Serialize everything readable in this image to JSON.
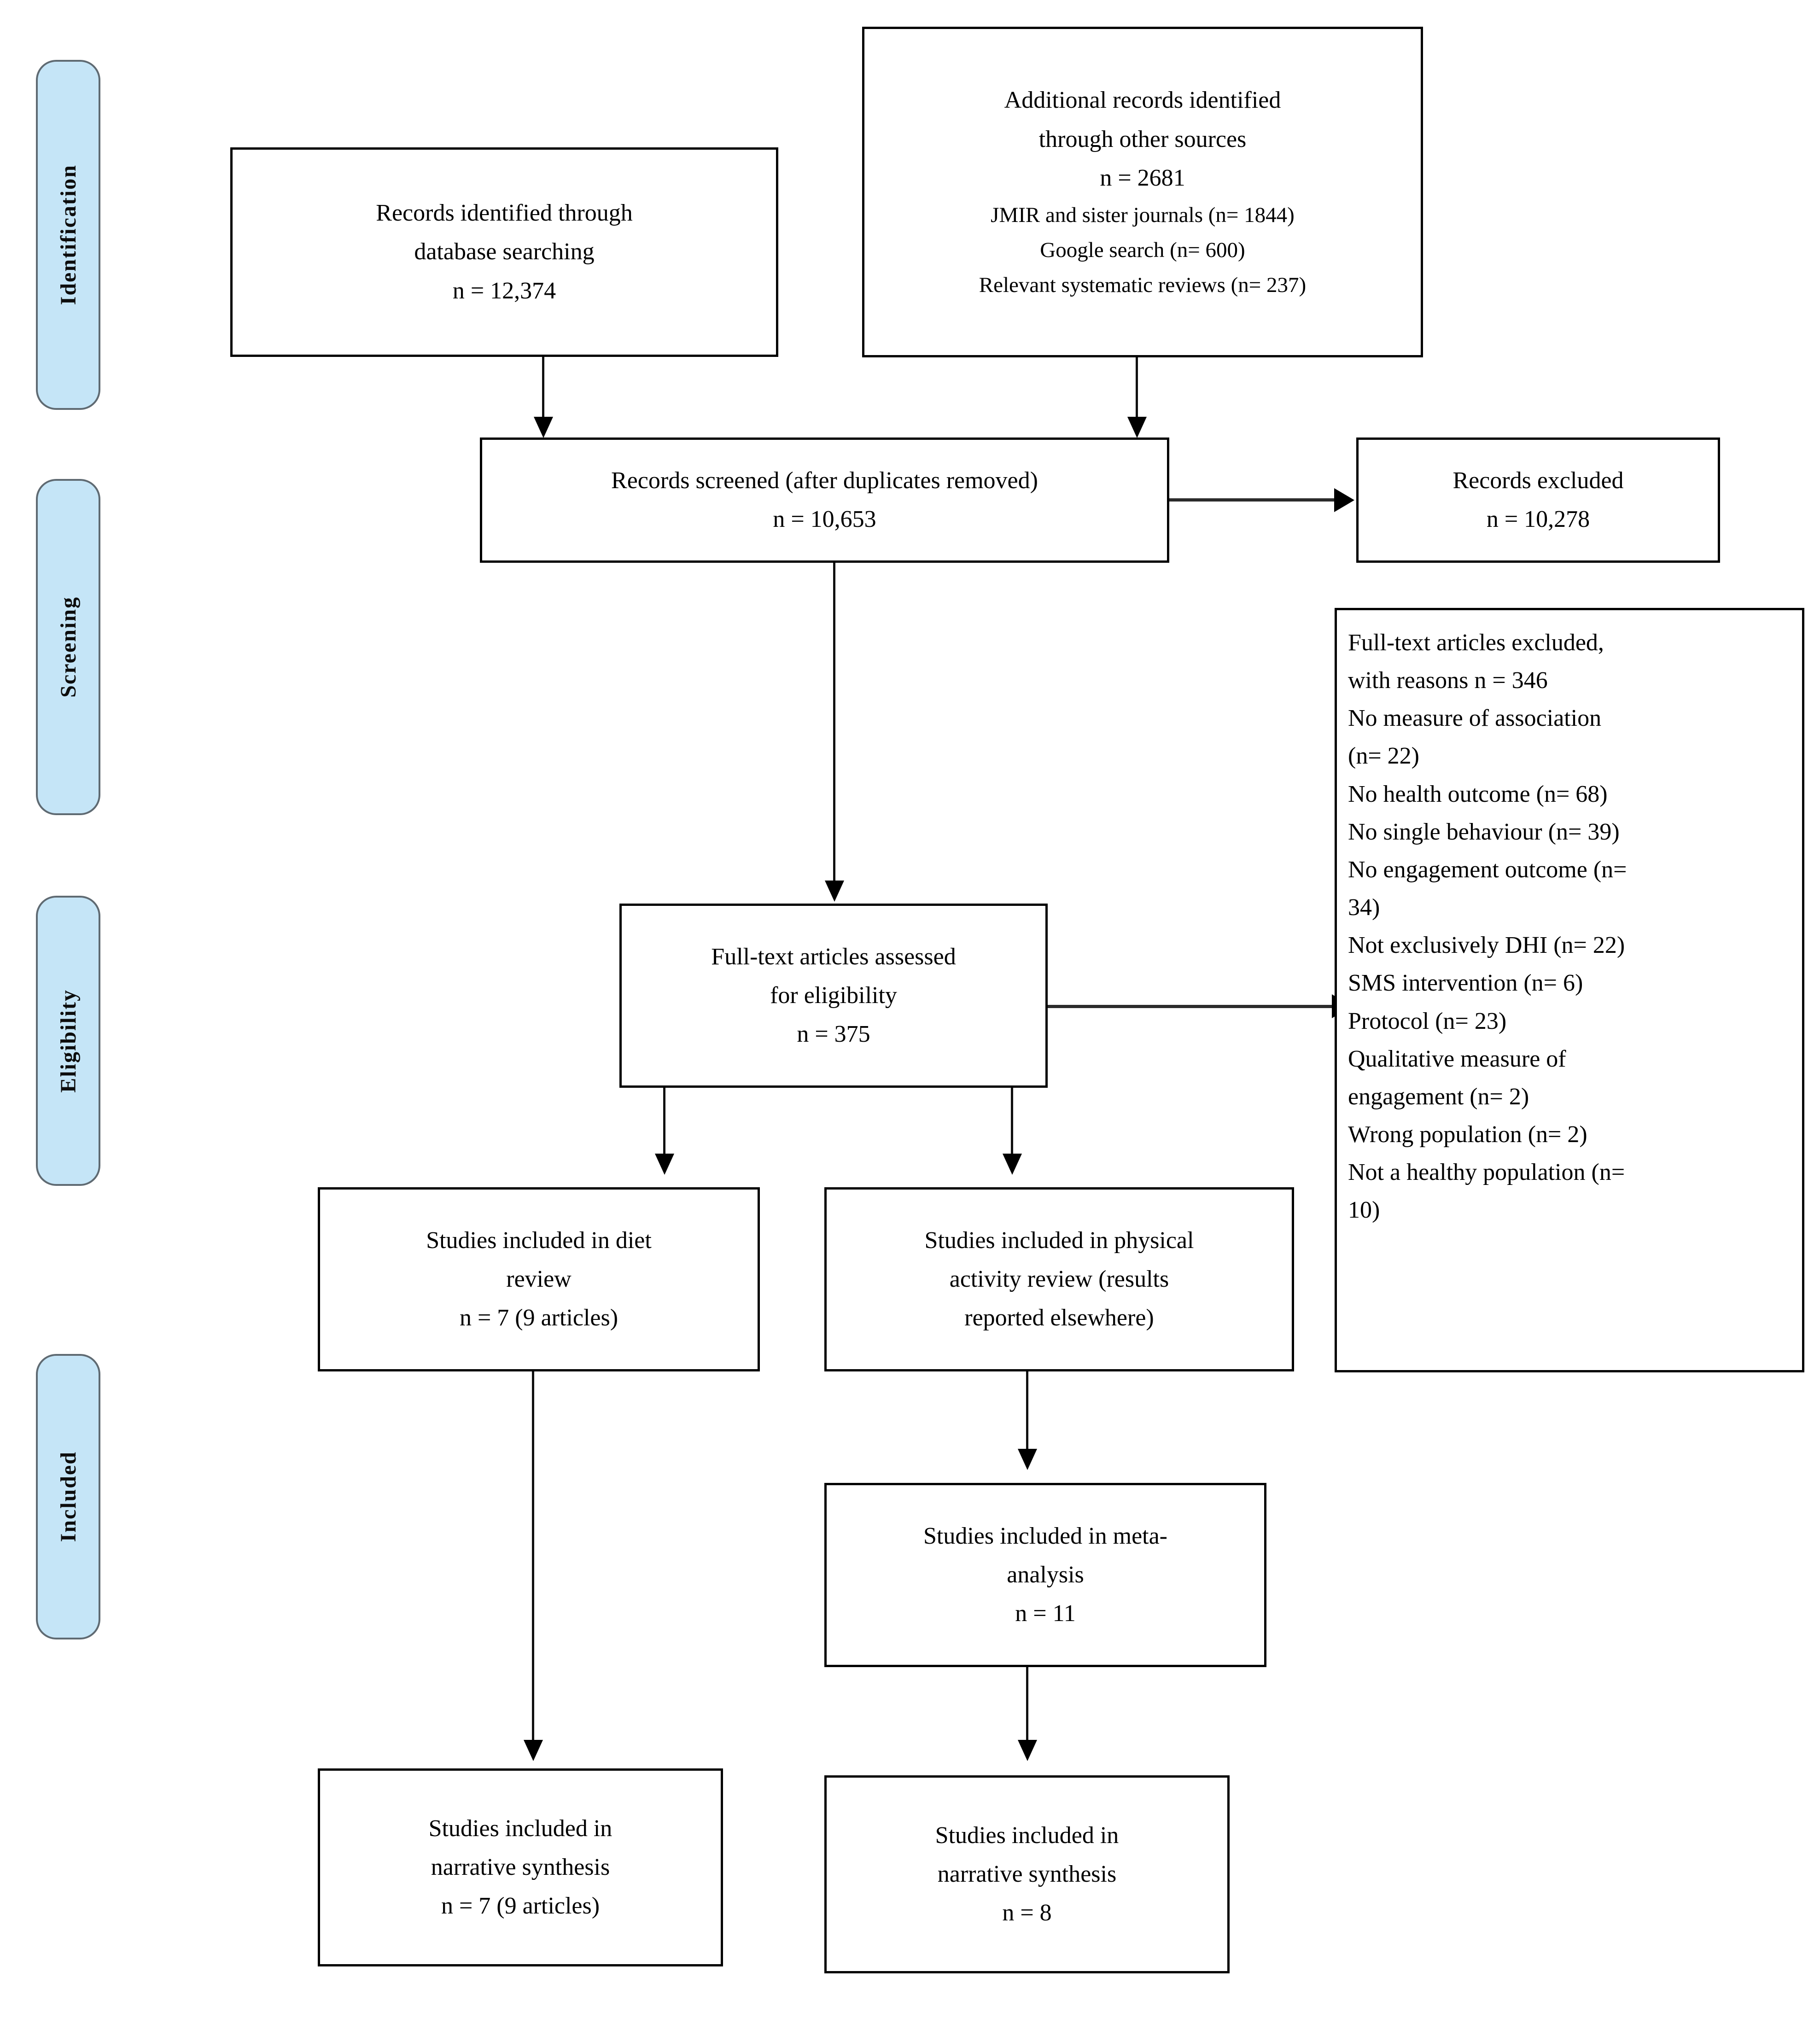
{
  "diagram": {
    "type": "prisma-flow-diagram",
    "title": "PRISMA flow diagram"
  },
  "stages": [
    {
      "id": "identification",
      "label": "Identification"
    },
    {
      "id": "screening",
      "label": "Screening"
    },
    {
      "id": "eligibility",
      "label": "Eligibility"
    },
    {
      "id": "included",
      "label": "Included"
    }
  ],
  "nodes": {
    "database_search": {
      "lines": [
        "Records identified through",
        "database searching",
        "n = 12,374"
      ]
    },
    "other_sources": {
      "lines": [
        "Additional records identified",
        "through other sources",
        "n =  2681",
        "JMIR and sister journals (n= 1844)",
        "Google search (n= 600)",
        "Relevant systematic reviews (n= 237)"
      ]
    },
    "records_screened": {
      "lines": [
        "Records screened (after duplicates removed)",
        "n = 10,653"
      ]
    },
    "records_excluded": {
      "lines": [
        "Records excluded",
        "n = 10,278"
      ]
    },
    "fulltext_assessed": {
      "lines": [
        "Full-text articles assessed",
        "for eligibility",
        "n = 375"
      ]
    },
    "fulltext_excluded": {
      "lines": [
        "Full-text articles excluded,",
        "with reasons n = 346",
        "No measure of association",
        "(n= 22)",
        "No health outcome (n= 68)",
        "No single behaviour (n= 39)",
        "No engagement outcome (n=",
        "34)",
        "Not exclusively DHI (n= 22)",
        "SMS intervention (n= 6)",
        "Protocol (n= 23)",
        "Qualitative measure of",
        "engagement (n= 2)",
        "Wrong population (n= 2)",
        "Not a healthy population (n=",
        "10)"
      ]
    },
    "diet_review": {
      "lines": [
        "Studies included in diet",
        "review",
        "n = 7 (9 articles)"
      ]
    },
    "pa_review": {
      "lines": [
        "Studies included in physical",
        "activity review (results",
        "reported elsewhere)"
      ]
    },
    "meta_analysis": {
      "lines": [
        "Studies included in meta-",
        "analysis",
        "n = 11"
      ]
    },
    "narrative_diet": {
      "lines": [
        "Studies included in",
        "narrative synthesis",
        "n = 7 (9 articles)"
      ]
    },
    "narrative_pa": {
      "lines": [
        "Studies included in",
        "narrative synthesis",
        "n =  8"
      ]
    }
  },
  "chart_data": {
    "type": "diagram",
    "title": "PRISMA flow diagram",
    "stages": [
      "Identification",
      "Screening",
      "Eligibility",
      "Included"
    ],
    "counts": {
      "records_identified_database_searching": 12374,
      "additional_records_other_sources": 2681,
      "additional_jmir_and_sister_journals": 1844,
      "additional_google_search": 600,
      "additional_relevant_systematic_reviews": 237,
      "records_screened_after_duplicates_removed": 10653,
      "records_excluded": 10278,
      "fulltext_articles_assessed_for_eligibility": 375,
      "fulltext_articles_excluded_with_reasons": 346,
      "studies_included_diet_review": 7,
      "studies_included_diet_review_articles": 9,
      "studies_included_meta_analysis": 11,
      "studies_narrative_synthesis_diet": 7,
      "studies_narrative_synthesis_diet_articles": 9,
      "studies_narrative_synthesis_pa": 8
    },
    "exclusion_reasons": [
      {
        "reason": "No measure of association",
        "n": 22
      },
      {
        "reason": "No health outcome",
        "n": 68
      },
      {
        "reason": "No single behaviour",
        "n": 39
      },
      {
        "reason": "No engagement outcome",
        "n": 34
      },
      {
        "reason": "Not exclusively DHI",
        "n": 22
      },
      {
        "reason": "SMS intervention",
        "n": 6
      },
      {
        "reason": "Protocol",
        "n": 23
      },
      {
        "reason": "Qualitative measure of engagement",
        "n": 2
      },
      {
        "reason": "Wrong population",
        "n": 2
      },
      {
        "reason": "Not a healthy population",
        "n": 10
      }
    ],
    "edges": [
      {
        "from": "database_search",
        "to": "records_screened",
        "direction": "down"
      },
      {
        "from": "other_sources",
        "to": "records_screened",
        "direction": "down"
      },
      {
        "from": "records_screened",
        "to": "records_excluded",
        "direction": "right"
      },
      {
        "from": "records_screened",
        "to": "fulltext_assessed",
        "direction": "down"
      },
      {
        "from": "fulltext_assessed",
        "to": "fulltext_excluded",
        "direction": "right"
      },
      {
        "from": "fulltext_assessed",
        "to": "diet_review",
        "direction": "down"
      },
      {
        "from": "fulltext_assessed",
        "to": "pa_review",
        "direction": "down"
      },
      {
        "from": "pa_review",
        "to": "meta_analysis",
        "direction": "down"
      },
      {
        "from": "diet_review",
        "to": "narrative_diet",
        "direction": "down"
      },
      {
        "from": "meta_analysis",
        "to": "narrative_pa",
        "direction": "down"
      }
    ]
  },
  "colors": {
    "stage_tab_fill": "#c5e5f7",
    "stage_tab_border": "#5f6a72",
    "node_border": "#000000",
    "connector": "#111111",
    "background": "#ffffff"
  }
}
